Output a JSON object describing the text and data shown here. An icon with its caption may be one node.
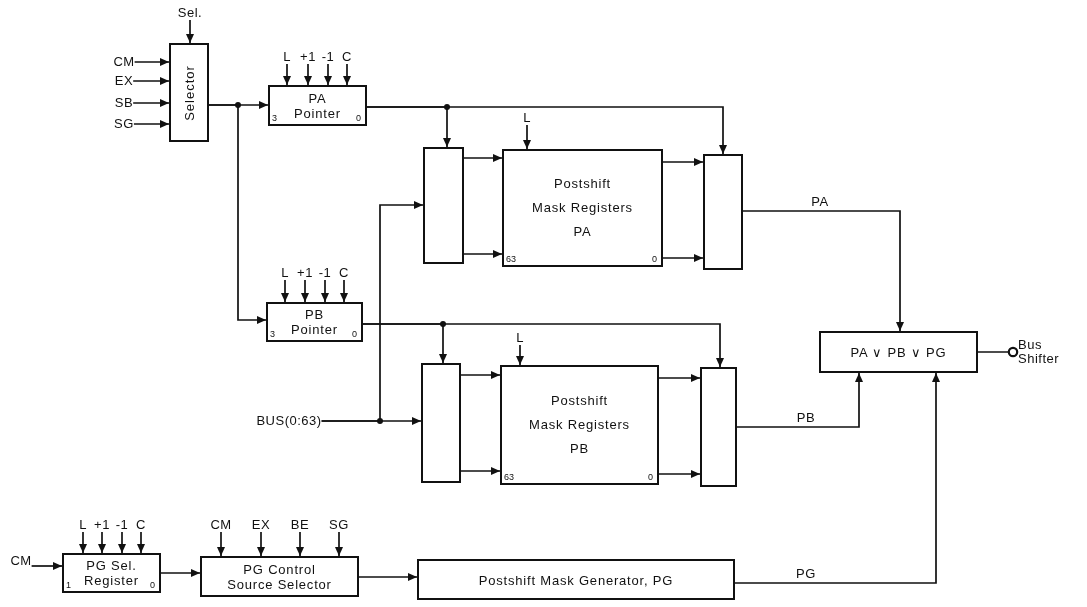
{
  "diagram": {
    "nodes": [
      {
        "text": [
          "Sel."
        ]
      },
      {
        "text": [
          "CM"
        ]
      },
      {
        "text": [
          "EX"
        ]
      },
      {
        "text": [
          "SB"
        ]
      },
      {
        "text": [
          "SG"
        ]
      },
      {
        "text": [
          "Selector"
        ]
      },
      {
        "text": [
          "L"
        ]
      },
      {
        "text": [
          "+1"
        ]
      },
      {
        "text": [
          "-1"
        ]
      },
      {
        "text": [
          "C"
        ]
      },
      {
        "text": [
          "PA Pointer",
          "3",
          "0"
        ]
      },
      {
        "text": [],
        "shape": "box"
      },
      {
        "text": [
          "L"
        ]
      },
      {
        "text": [
          "Postshift Mask Registers PA",
          "63",
          "0"
        ]
      },
      {
        "text": [],
        "shape": "box"
      },
      {
        "text": [
          "L"
        ]
      },
      {
        "text": [
          "+1"
        ]
      },
      {
        "text": [
          "-1"
        ]
      },
      {
        "text": [
          "C"
        ]
      },
      {
        "text": [
          "PB Pointer",
          "3",
          "0"
        ]
      },
      {
        "text": [],
        "shape": "box"
      },
      {
        "text": [
          "L"
        ]
      },
      {
        "text": [
          "Postshift Mask Registers PB",
          "63",
          "0"
        ]
      },
      {
        "text": [],
        "shape": "box"
      },
      {
        "text": [
          "BUS(0:63)"
        ]
      },
      {
        "text": [
          "PA ∨ PB ∨ PG"
        ]
      },
      {
        "text": [
          "Bus Shifter"
        ]
      },
      {
        "text": [
          "CM"
        ]
      },
      {
        "text": [
          "L"
        ]
      },
      {
        "text": [
          "+1"
        ]
      },
      {
        "text": [
          "-1"
        ]
      },
      {
        "text": [
          "C"
        ]
      },
      {
        "text": [
          "1",
          "PG Sel. Register",
          "0"
        ]
      },
      {
        "text": [
          "CM"
        ]
      },
      {
        "text": [
          "EX"
        ]
      },
      {
        "text": [
          "BE"
        ]
      },
      {
        "text": [
          "SG"
        ]
      },
      {
        "text": [
          "PG Control Source Selector"
        ]
      },
      {
        "text": [
          "Postshift Mask Generator, PG"
        ]
      }
    ],
    "edges": [
      {
        "from": 0,
        "to": 5,
        "arrow": "to"
      },
      {
        "from": 1,
        "to": 5,
        "arrow": "to"
      },
      {
        "from": 2,
        "to": 5,
        "arrow": "to"
      },
      {
        "from": 3,
        "to": 5,
        "arrow": "to"
      },
      {
        "from": 4,
        "to": 5,
        "arrow": "to"
      },
      {
        "from": 5,
        "to": 10,
        "arrow": "to"
      },
      {
        "from": 5,
        "to": 19,
        "arrow": "to"
      },
      {
        "from": 6,
        "to": 10,
        "arrow": "to"
      },
      {
        "from": 7,
        "to": 10,
        "arrow": "to"
      },
      {
        "from": 8,
        "to": 10,
        "arrow": "to"
      },
      {
        "from": 9,
        "to": 10,
        "arrow": "to"
      },
      {
        "from": 10,
        "to": 11,
        "arrow": "to"
      },
      {
        "from": 10,
        "to": 14,
        "arrow": "to"
      },
      {
        "from": 11,
        "to": 13,
        "arrow": "to"
      },
      {
        "from": 11,
        "to": 13,
        "arrow": "to"
      },
      {
        "from": 12,
        "to": 13,
        "arrow": "to"
      },
      {
        "from": 13,
        "to": 14,
        "arrow": "to"
      },
      {
        "from": 13,
        "to": 14,
        "arrow": "to"
      },
      {
        "from": 14,
        "to": 25,
        "arrow": "to",
        "label": "PA"
      },
      {
        "from": 15,
        "to": 19,
        "arrow": "to"
      },
      {
        "from": 16,
        "to": 19,
        "arrow": "to"
      },
      {
        "from": 17,
        "to": 19,
        "arrow": "to"
      },
      {
        "from": 18,
        "to": 19,
        "arrow": "to"
      },
      {
        "from": 19,
        "to": 20,
        "arrow": "to"
      },
      {
        "from": 19,
        "to": 23,
        "arrow": "to"
      },
      {
        "from": 20,
        "to": 22,
        "arrow": "to"
      },
      {
        "from": 20,
        "to": 22,
        "arrow": "to"
      },
      {
        "from": 21,
        "to": 22,
        "arrow": "to"
      },
      {
        "from": 22,
        "to": 23,
        "arrow": "to"
      },
      {
        "from": 22,
        "to": 23,
        "arrow": "to"
      },
      {
        "from": 23,
        "to": 25,
        "arrow": "to",
        "label": "PB"
      },
      {
        "from": 24,
        "to": 20,
        "arrow": "to"
      },
      {
        "from": 24,
        "to": 11,
        "arrow": "to"
      },
      {
        "from": 25,
        "to": 26,
        "arrow": "other"
      },
      {
        "from": 27,
        "to": 32,
        "arrow": "to"
      },
      {
        "from": 28,
        "to": 32,
        "arrow": "to"
      },
      {
        "from": 29,
        "to": 32,
        "arrow": "to"
      },
      {
        "from": 30,
        "to": 32,
        "arrow": "to"
      },
      {
        "from": 31,
        "to": 32,
        "arrow": "to"
      },
      {
        "from": 32,
        "to": 37,
        "arrow": "to"
      },
      {
        "from": 33,
        "to": 37,
        "arrow": "to"
      },
      {
        "from": 34,
        "to": 37,
        "arrow": "to"
      },
      {
        "from": 35,
        "to": 37,
        "arrow": "to"
      },
      {
        "from": 36,
        "to": 37,
        "arrow": "to"
      },
      {
        "from": 37,
        "to": 38,
        "arrow": "to"
      },
      {
        "from": 38,
        "to": 25,
        "arrow": "to",
        "label": "PG"
      }
    ]
  }
}
